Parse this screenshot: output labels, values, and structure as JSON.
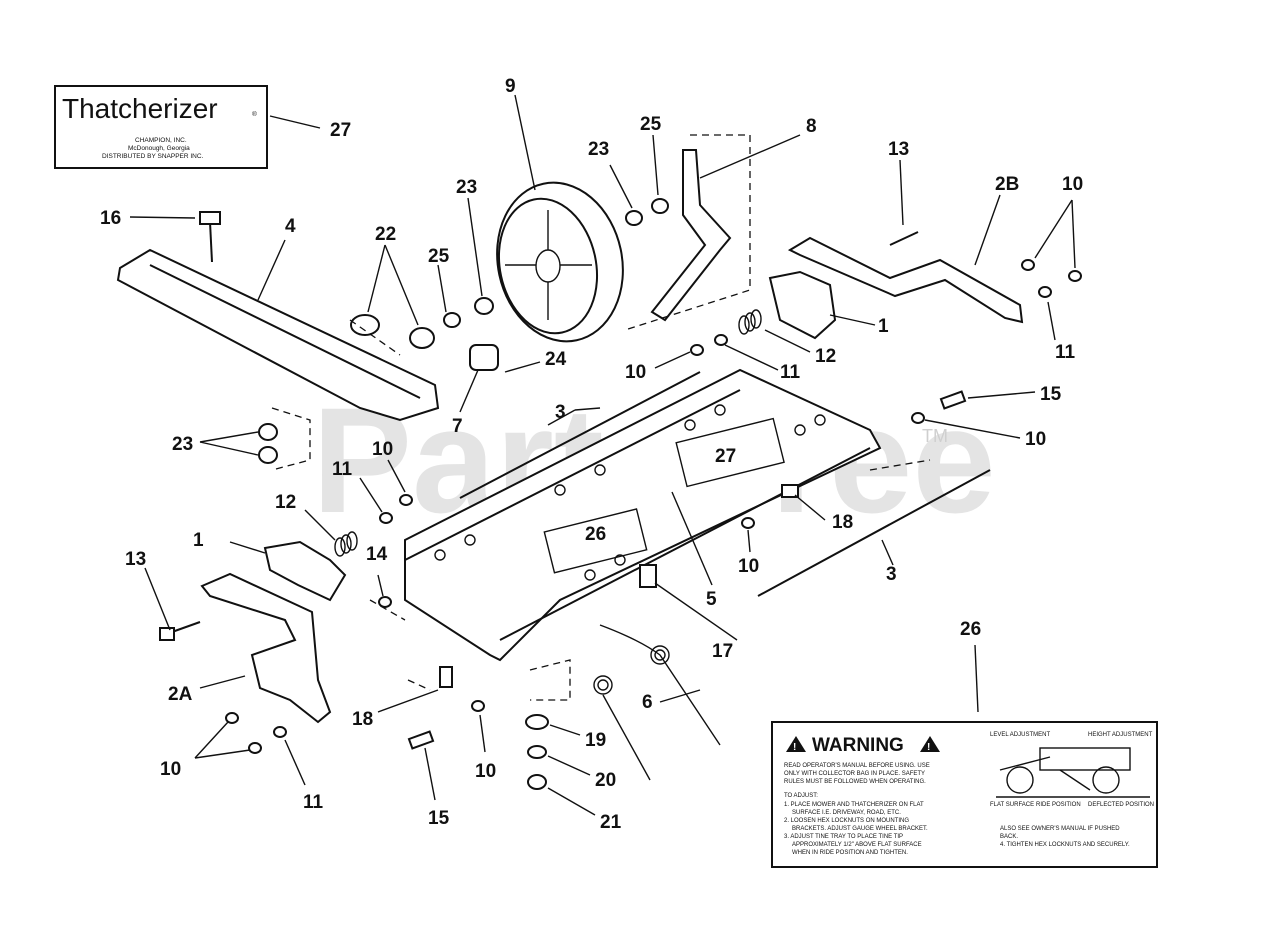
{
  "watermark": {
    "text": "PartsTree",
    "tm": "TM"
  },
  "decal_27": {
    "brand": "Thatcherizer",
    "reg": "®",
    "lines": [
      "CHAMPION, INC.",
      "McDonough, Georgia",
      "DISTRIBUTED BY SNAPPER INC."
    ]
  },
  "decal_26": {
    "title": "WARNING",
    "text_lines": [
      "READ OPERATOR'S MANUAL BEFORE USING.  USE",
      "ONLY WITH COLLECTOR BAG IN PLACE. SAFETY",
      "RULES MUST BE FOLLOWED WHEN OPERATING.",
      "TO ADJUST:",
      "1. PLACE MOWER AND THATCHERIZER ON FLAT",
      "SURFACE I.E. DRIVEWAY, ROAD, ETC.",
      "2. LOOSEN HEX LOCKNUTS ON MOUNTING",
      "BRACKETS. ADJUST GAUGE WHEEL BRACKET.",
      "3. ADJUST TINE TRAY TO PLACE TINE TIP",
      "APPROXIMATELY 1/2\" ABOVE FLAT SURFACE",
      "WHEN IN RIDE POSITION AND TIGHTEN."
    ],
    "figure_labels": [
      "LEVEL ADJUSTMENT",
      "HEIGHT ADJUSTMENT",
      "FLAT SURFACE",
      "RIDE POSITION",
      "DEFLECTED POSITION"
    ],
    "footer_lines": [
      "ALSO SEE OWNER'S MANUAL IF PUSHED",
      "BACK.",
      "4. TIGHTEN HEX LOCKNUTS AND SECURELY."
    ]
  },
  "callouts": {
    "c27a": "27",
    "c9": "9",
    "c25a": "25",
    "c8": "8",
    "c23a": "23",
    "c13a": "13",
    "c2B": "2B",
    "c10a": "10",
    "c16": "16",
    "c4": "4",
    "c22": "22",
    "c25b": "25",
    "c23b": "23",
    "c1a": "1",
    "c11a": "11",
    "c12a": "12",
    "c10b": "10",
    "c11b": "11",
    "c24": "24",
    "c15a": "15",
    "c3a": "3",
    "c23c": "23",
    "c7": "7",
    "c10c": "10",
    "c10d": "10",
    "c27b": "27",
    "c11c": "11",
    "c18a": "18",
    "c12b": "12",
    "c26a": "26",
    "c1b": "1",
    "c13b": "13",
    "c14": "14",
    "c10e": "10",
    "c3b": "3",
    "c5": "5",
    "c17": "17",
    "c26b": "26",
    "c2A": "2A",
    "c18b": "18",
    "c6": "6",
    "c19": "19",
    "c10f": "10",
    "c10g": "10",
    "c20": "20",
    "c11d": "11",
    "c15b": "15",
    "c21": "21"
  }
}
